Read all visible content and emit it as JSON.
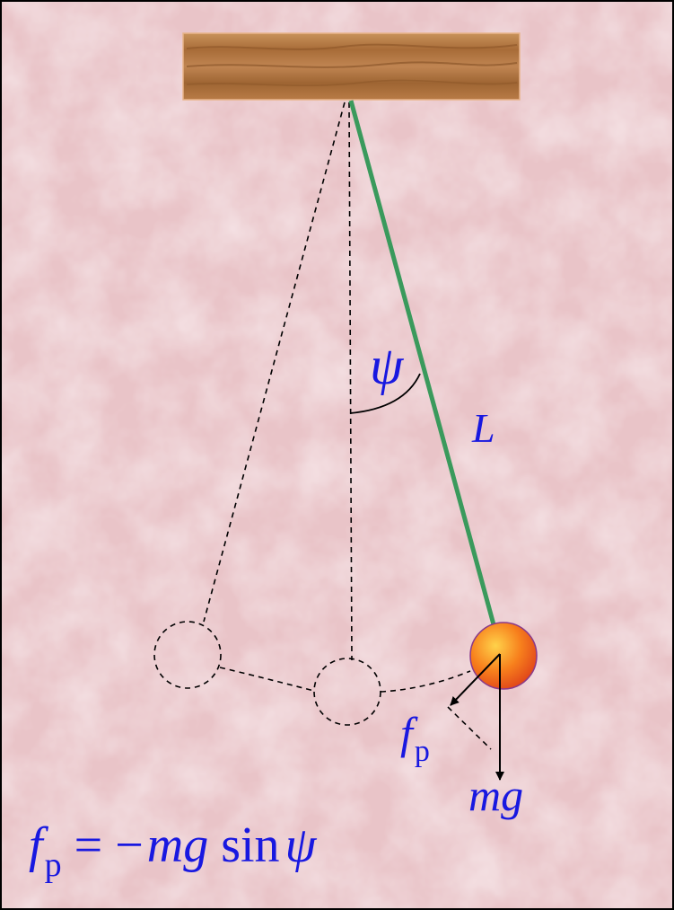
{
  "diagram": {
    "angle_symbol": "ψ",
    "length_label": "L",
    "restoring_force_symbol": "f",
    "restoring_force_subscript": "p",
    "weight_label": "mg",
    "equation": {
      "lhs_symbol": "f",
      "lhs_subscript": "p",
      "equals": "=",
      "minus": "−",
      "mass_gravity": "mg",
      "function": "sin",
      "angle": "ψ"
    }
  },
  "colors": {
    "background": "#e9c4c8",
    "border": "#000000",
    "beam": "#b07a45",
    "string": "#3a9a5c",
    "bob": "#f47a1e",
    "bob_outline": "#8a3a8a",
    "label_text": "#1818e0",
    "guide_lines": "#000000"
  }
}
